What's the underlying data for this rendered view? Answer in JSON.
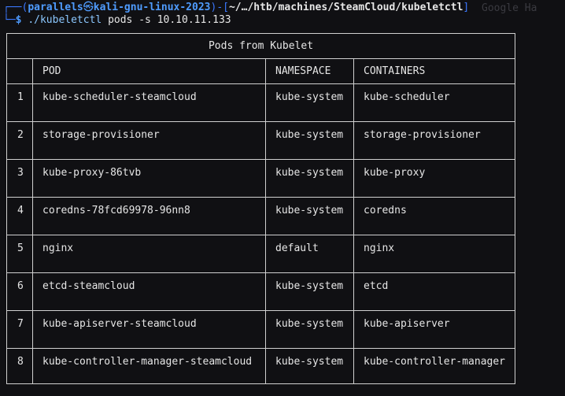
{
  "terminal": {
    "prompt": {
      "frame_top": "┌──(",
      "user": "parallels",
      "at": "㉿",
      "host": "kali-gnu-linux-2023",
      "frame_mid": ")-[",
      "path": "~/…/htb/machines/SteamCloud/kubeletctl",
      "frame_end": "]",
      "frame_bottom": "└─",
      "dollar": "$",
      "command": "./kubeletctl",
      "subcommand": "pods",
      "flag": "-s",
      "address": "10.10.11.133"
    },
    "background_ghost_right": "Google Ha"
  },
  "table": {
    "title": "Pods from Kubelet",
    "headers": [
      "",
      "POD",
      "NAMESPACE",
      "CONTAINERS"
    ],
    "rows": [
      {
        "num": "1",
        "pod": "kube-scheduler-steamcloud",
        "namespace": "kube-system",
        "containers": "kube-scheduler"
      },
      {
        "num": "2",
        "pod": "storage-provisioner",
        "namespace": "kube-system",
        "containers": "storage-provisioner"
      },
      {
        "num": "3",
        "pod": "kube-proxy-86tvb",
        "namespace": "kube-system",
        "containers": "kube-proxy"
      },
      {
        "num": "4",
        "pod": "coredns-78fcd69978-96nn8",
        "namespace": "kube-system",
        "containers": "coredns"
      },
      {
        "num": "5",
        "pod": "nginx",
        "namespace": "default",
        "containers": "nginx"
      },
      {
        "num": "6",
        "pod": "etcd-steamcloud",
        "namespace": "kube-system",
        "containers": "etcd"
      },
      {
        "num": "7",
        "pod": "kube-apiserver-steamcloud",
        "namespace": "kube-system",
        "containers": "kube-apiserver"
      },
      {
        "num": "8",
        "pod": "kube-controller-manager-steamcloud",
        "namespace": "kube-system",
        "containers": "kube-controller-manager"
      }
    ]
  },
  "colors": {
    "background": "#101013",
    "text": "#e6e6e6",
    "prompt_accent": "#4f9cff",
    "table_border": "#d0d0d0"
  }
}
